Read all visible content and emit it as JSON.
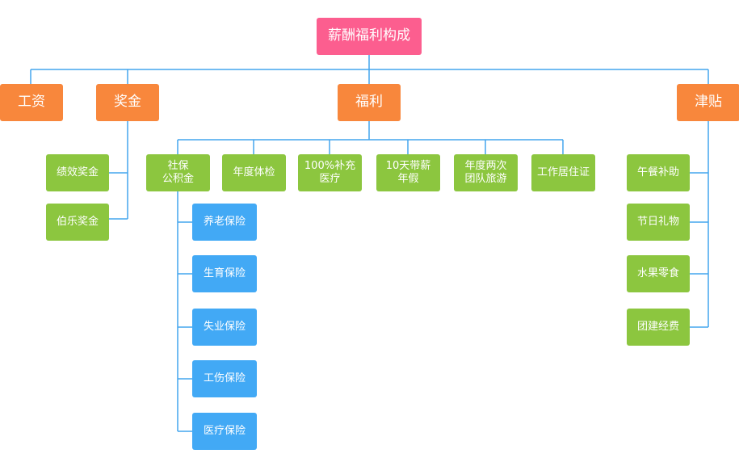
{
  "root": "薪酬福利构成",
  "categories": {
    "salary": "工资",
    "bonus": "奖金",
    "welfare": "福利",
    "allowance": "津贴"
  },
  "bonus_items": [
    "绩效奖金",
    "伯乐奖金"
  ],
  "welfare_items": [
    "社保\n公积金",
    "年度体检",
    "100%补充\n医疗",
    "10天带薪\n年假",
    "年度两次\n团队旅游",
    "工作居住证"
  ],
  "insurance_items": [
    "养老保险",
    "生育保险",
    "失业保险",
    "工伤保险",
    "医疗保险"
  ],
  "allowance_items": [
    "午餐补助",
    "节日礼物",
    "水果零食",
    "团建经费"
  ],
  "colors": {
    "root": "#fc5e8f",
    "category": "#f8873c",
    "item": "#8cc63f",
    "insurance": "#42a9f5",
    "connector": "#44a5ee"
  }
}
